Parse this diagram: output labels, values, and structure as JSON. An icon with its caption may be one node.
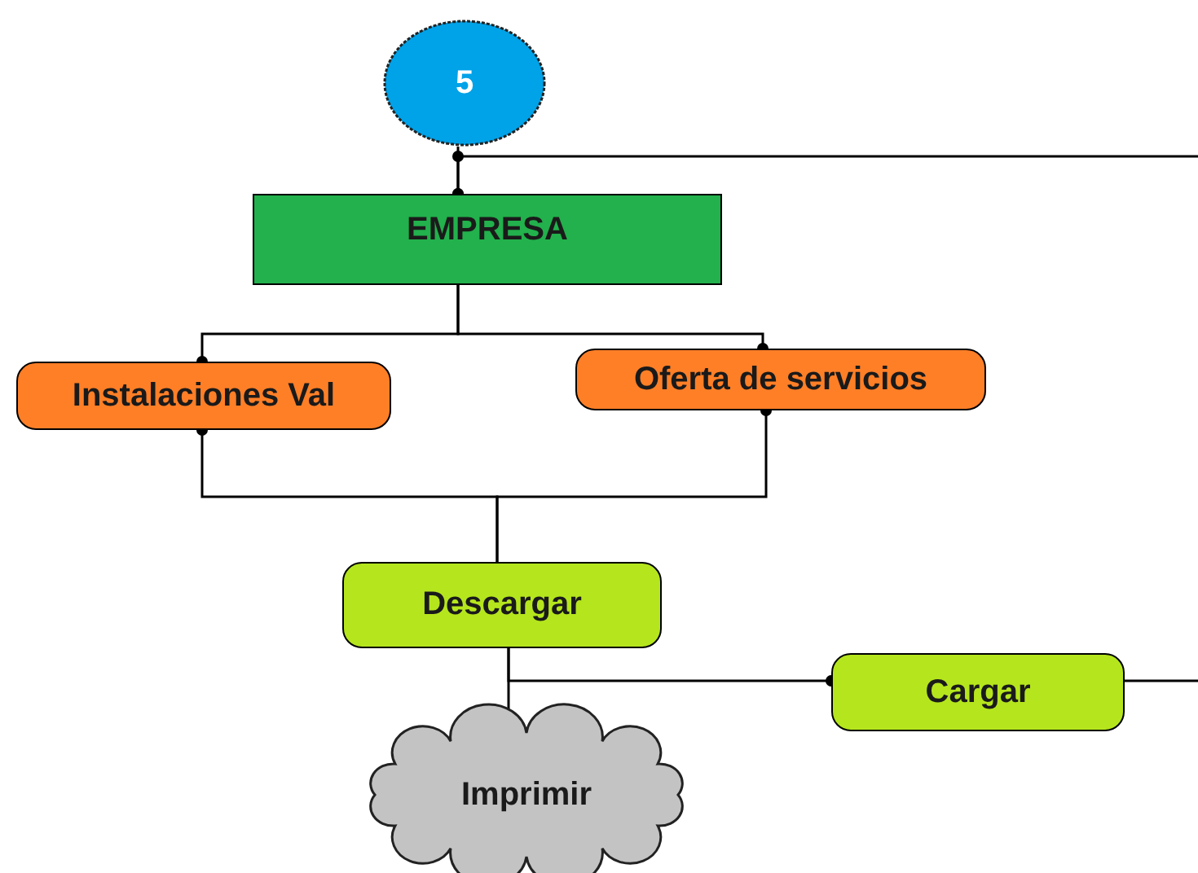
{
  "diagram": {
    "nodes": [
      {
        "text": [
          "5"
        ]
      },
      {
        "text": [
          "EMPRESA"
        ]
      },
      {
        "text": [
          "Instalaciones Val"
        ]
      },
      {
        "text": [
          "Oferta de servicios"
        ]
      },
      {
        "text": [
          "Descargar"
        ]
      },
      {
        "text": [
          "Cargar"
        ]
      },
      {
        "text": [
          "Imprimir"
        ]
      }
    ],
    "edges": [
      {
        "from": 0,
        "to": 1,
        "arrow": "other"
      },
      {
        "from": null,
        "to": 1,
        "arrow": "other"
      },
      {
        "from": 1,
        "to": 2,
        "arrow": "other"
      },
      {
        "from": 1,
        "to": 3,
        "arrow": "other"
      },
      {
        "from": 4,
        "to": 2,
        "arrow": "other"
      },
      {
        "from": 4,
        "to": 3,
        "arrow": "other"
      },
      {
        "from": 4,
        "to": 6,
        "arrow": "other"
      },
      {
        "from": 4,
        "to": 5,
        "arrow": "other"
      },
      {
        "from": 5,
        "to": null,
        "arrow": "none"
      }
    ]
  }
}
